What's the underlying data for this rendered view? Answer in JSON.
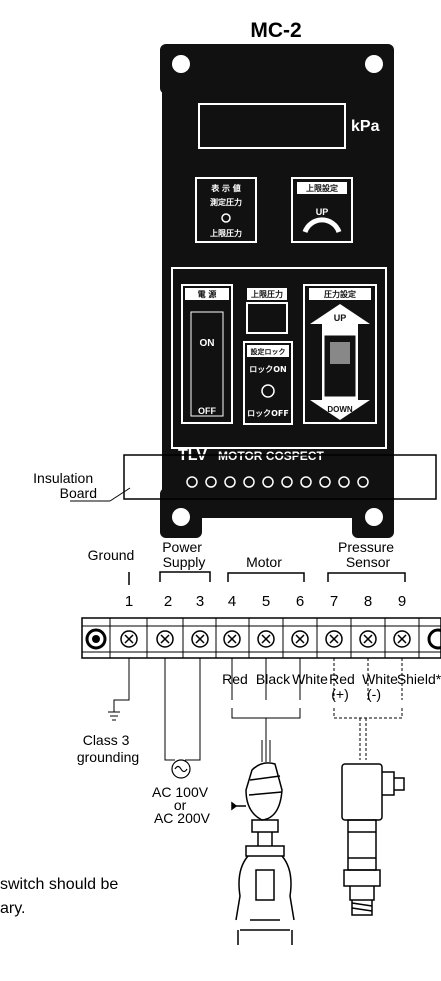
{
  "title": "MC-2",
  "controller": {
    "unit": "kPa",
    "display_group_label": "表 示 値",
    "display_current": "測定圧力",
    "display_upper": "上限圧力",
    "upper_setting": "上限設定",
    "upper_setting_dial": "UP",
    "power_label": "電 源",
    "power_on": "ON",
    "power_off": "OFF",
    "upper_pressure": "上限圧力",
    "setting_lock": "設定ロック",
    "lock_on": "ロックON",
    "lock_off": "ロックOFF",
    "pressure_setting": "圧力設定",
    "up": "UP",
    "down": "DOWN",
    "brand": "TLV",
    "brand_text": "MOTOR COSPECT"
  },
  "insulation_board": "Insulation\nBoard",
  "groups": {
    "ground": "Ground",
    "power_supply": "Power\nSupply",
    "motor": "Motor",
    "pressure_sensor": "Pressure\nSensor"
  },
  "terminals": [
    "1",
    "2",
    "3",
    "4",
    "5",
    "6",
    "7",
    "8",
    "9"
  ],
  "wires": {
    "red": "Red",
    "black": "Black",
    "white": "White",
    "red_sensor": "Red",
    "white_sensor": "White",
    "shield": "Shield*",
    "plus": "(+)",
    "minus": "(-)"
  },
  "class3": "Class 3\ngrounding",
  "ac": "AC 100V\nor\nAC 200V",
  "note_fragment": "switch should be\nary."
}
